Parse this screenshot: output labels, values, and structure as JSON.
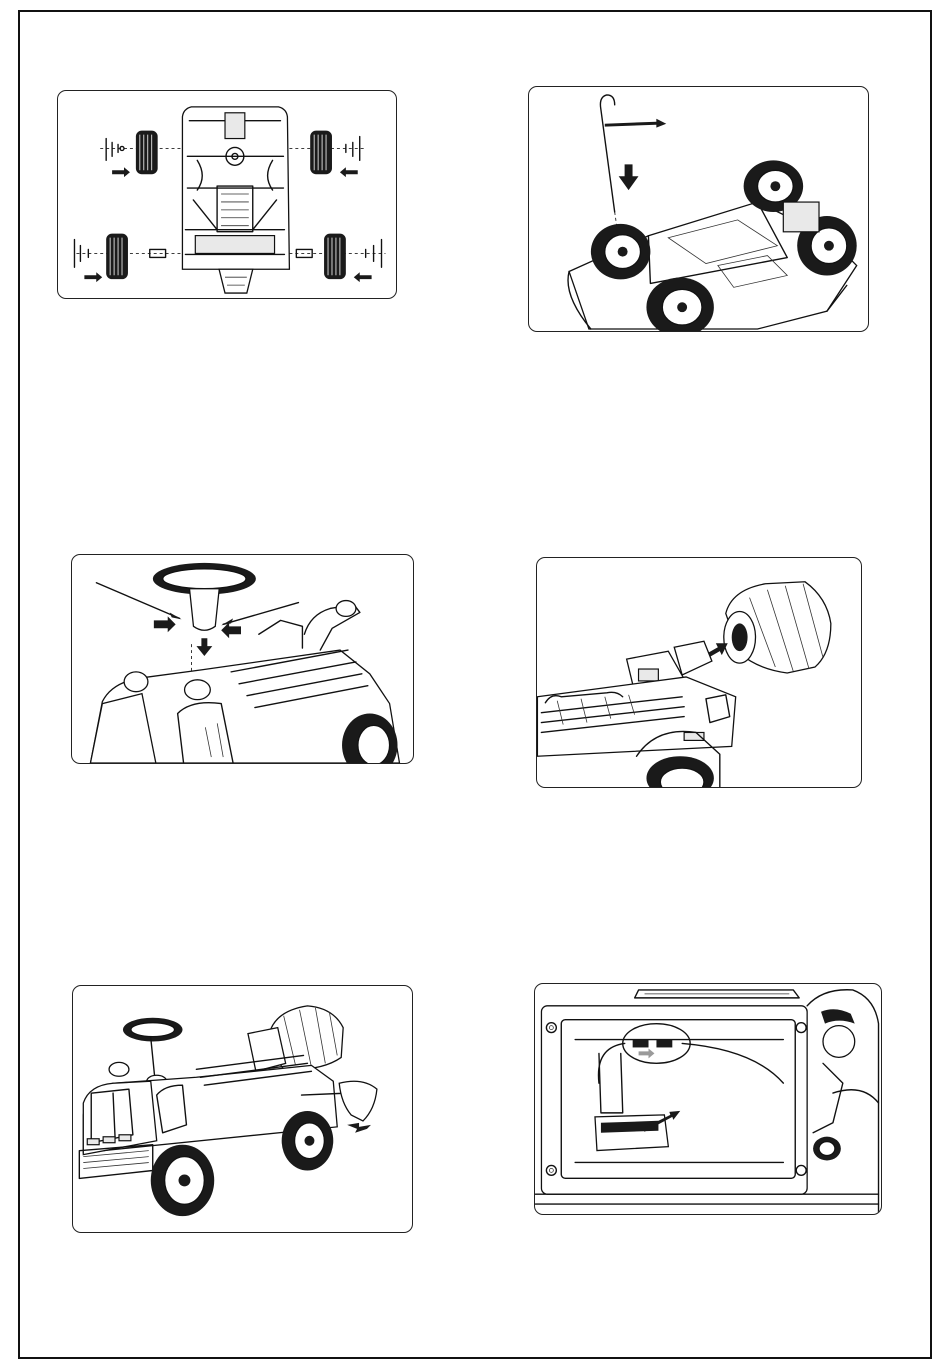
{
  "page": {
    "title": "",
    "figures": [
      {
        "id": "step-1",
        "depicts": "rear-and-front-wheels-exploded-underside"
      },
      {
        "id": "step-2",
        "depicts": "push-handle-insertion"
      },
      {
        "id": "step-3",
        "depicts": "steering-wheel-attach"
      },
      {
        "id": "step-4",
        "depicts": "mixer-drum-attach"
      },
      {
        "id": "step-5",
        "depicts": "chute-attach-completed-truck"
      },
      {
        "id": "step-6",
        "depicts": "battery-connector-plug"
      }
    ]
  },
  "colors": {
    "line": "#111111",
    "background": "#ffffff",
    "arrow": "#1a1a1a",
    "connector_arrow": "#9a9a9a"
  }
}
